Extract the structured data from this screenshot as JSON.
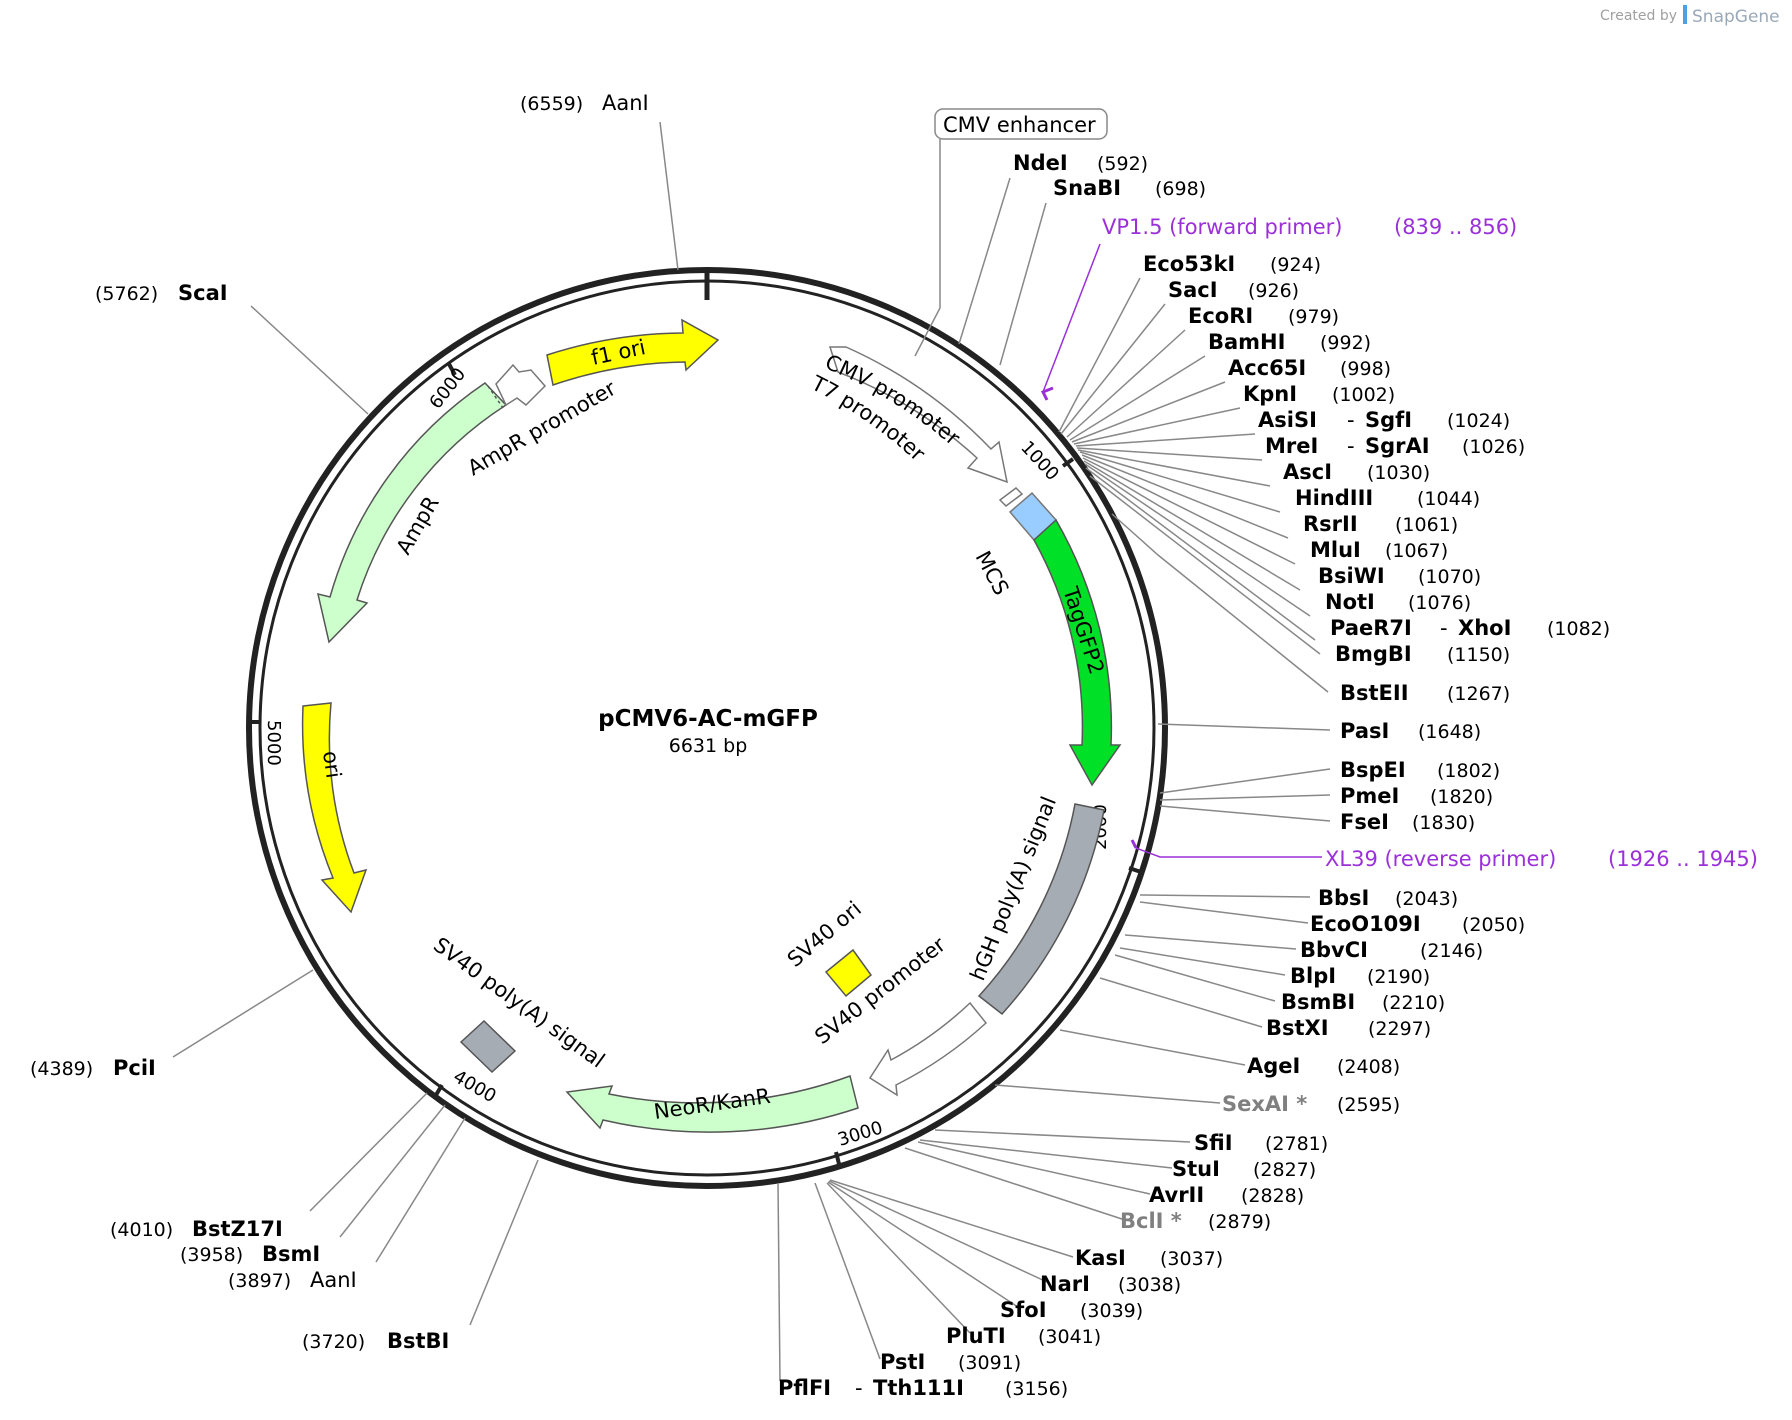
{
  "plasmid": {
    "name": "pCMV6-AC-mGFP",
    "length": "6631 bp",
    "total_bp": 6631
  },
  "branding": {
    "created_by": "Created by",
    "app": "SnapGene"
  },
  "ticks": [
    {
      "label": "1000",
      "pos": 1000
    },
    {
      "label": "2000",
      "pos": 2000
    },
    {
      "label": "3000",
      "pos": 3000
    },
    {
      "label": "4000",
      "pos": 4000
    },
    {
      "label": "5000",
      "pos": 5000
    },
    {
      "label": "6000",
      "pos": 6000
    }
  ],
  "features": [
    {
      "name": "CMV enhancer",
      "color": "#ffffff"
    },
    {
      "name": "CMV promoter",
      "color": "#ffffff"
    },
    {
      "name": "T7 promoter",
      "color": "#ffffff"
    },
    {
      "name": "MCS",
      "color": "#99ccff"
    },
    {
      "name": "TagGFP2",
      "color": "#00e026"
    },
    {
      "name": "hGH poly(A) signal",
      "color": "#a6acb3"
    },
    {
      "name": "SV40 ori",
      "color": "#ffff00"
    },
    {
      "name": "SV40 promoter",
      "color": "#ffffff"
    },
    {
      "name": "NeoR/KanR",
      "color": "#ccffcc"
    },
    {
      "name": "SV40 poly(A) signal",
      "color": "#a6acb3"
    },
    {
      "name": "ori",
      "color": "#ffff00"
    },
    {
      "name": "AmpR",
      "color": "#ccffcc"
    },
    {
      "name": "AmpR promoter",
      "color": "#ffffff"
    },
    {
      "name": "f1 ori",
      "color": "#ffff00"
    }
  ],
  "primers": [
    {
      "name": "VP1.5 (forward primer)",
      "range": "(839 .. 856)",
      "color": "#9b30d9"
    },
    {
      "name": "XL39 (reverse primer)",
      "range": "(1926 .. 1945)",
      "color": "#9b30d9"
    }
  ],
  "sites": [
    {
      "name": "AanI",
      "pos": "(6559)",
      "bold": false
    },
    {
      "name": "ScaI",
      "pos": "(5762)",
      "bold": true
    },
    {
      "name": "NdeI",
      "pos": "(592)",
      "bold": true
    },
    {
      "name": "SnaBI",
      "pos": "(698)",
      "bold": true
    },
    {
      "name": "Eco53kI",
      "pos": "(924)",
      "bold": true
    },
    {
      "name": "SacI",
      "pos": "(926)",
      "bold": true
    },
    {
      "name": "EcoRI",
      "pos": "(979)",
      "bold": true
    },
    {
      "name": "BamHI",
      "pos": "(992)",
      "bold": true
    },
    {
      "name": "Acc65I",
      "pos": "(998)",
      "bold": true
    },
    {
      "name": "KpnI",
      "pos": "(1002)",
      "bold": true
    },
    {
      "name": "AsiSI",
      "name2": "SgfI",
      "pos": "(1024)",
      "bold": true
    },
    {
      "name": "MreI",
      "name2": "SgrAI",
      "pos": "(1026)",
      "bold": true
    },
    {
      "name": "AscI",
      "pos": "(1030)",
      "bold": true
    },
    {
      "name": "HindIII",
      "pos": "(1044)",
      "bold": true
    },
    {
      "name": "RsrII",
      "pos": "(1061)",
      "bold": true
    },
    {
      "name": "MluI",
      "pos": "(1067)",
      "bold": true
    },
    {
      "name": "BsiWI",
      "pos": "(1070)",
      "bold": true
    },
    {
      "name": "NotI",
      "pos": "(1076)",
      "bold": true
    },
    {
      "name": "PaeR7I",
      "name2": "XhoI",
      "pos": "(1082)",
      "bold": true
    },
    {
      "name": "BmgBI",
      "pos": "(1150)",
      "bold": true
    },
    {
      "name": "BstEII",
      "pos": "(1267)",
      "bold": true
    },
    {
      "name": "PasI",
      "pos": "(1648)",
      "bold": true
    },
    {
      "name": "BspEI",
      "pos": "(1802)",
      "bold": true
    },
    {
      "name": "PmeI",
      "pos": "(1820)",
      "bold": true
    },
    {
      "name": "FseI",
      "pos": "(1830)",
      "bold": true
    },
    {
      "name": "BbsI",
      "pos": "(2043)",
      "bold": true
    },
    {
      "name": "EcoO109I",
      "pos": "(2050)",
      "bold": true
    },
    {
      "name": "BbvCI",
      "pos": "(2146)",
      "bold": true
    },
    {
      "name": "BlpI",
      "pos": "(2190)",
      "bold": true
    },
    {
      "name": "BsmBI",
      "pos": "(2210)",
      "bold": true
    },
    {
      "name": "BstXI",
      "pos": "(2297)",
      "bold": true
    },
    {
      "name": "AgeI",
      "pos": "(2408)",
      "bold": true
    },
    {
      "name": "SexAI *",
      "pos": "(2595)",
      "bold": true,
      "grey": true
    },
    {
      "name": "SfiI",
      "pos": "(2781)",
      "bold": true
    },
    {
      "name": "StuI",
      "pos": "(2827)",
      "bold": true
    },
    {
      "name": "AvrII",
      "pos": "(2828)",
      "bold": true
    },
    {
      "name": "BclI *",
      "pos": "(2879)",
      "bold": true,
      "grey": true
    },
    {
      "name": "KasI",
      "pos": "(3037)",
      "bold": true
    },
    {
      "name": "NarI",
      "pos": "(3038)",
      "bold": true
    },
    {
      "name": "SfoI",
      "pos": "(3039)",
      "bold": true
    },
    {
      "name": "PluTI",
      "pos": "(3041)",
      "bold": true
    },
    {
      "name": "PstI",
      "pos": "(3091)",
      "bold": true
    },
    {
      "name": "PflFI",
      "name2": "Tth111I",
      "pos": "(3156)",
      "bold": true
    },
    {
      "name": "BstBI",
      "pos": "(3720)",
      "bold": true
    },
    {
      "name": "AanI",
      "pos": "(3897)",
      "bold": false
    },
    {
      "name": "BsmI",
      "pos": "(3958)",
      "bold": true
    },
    {
      "name": "BstZ17I",
      "pos": "(4010)",
      "bold": true
    },
    {
      "name": "PciI",
      "pos": "(4389)",
      "bold": true
    }
  ]
}
